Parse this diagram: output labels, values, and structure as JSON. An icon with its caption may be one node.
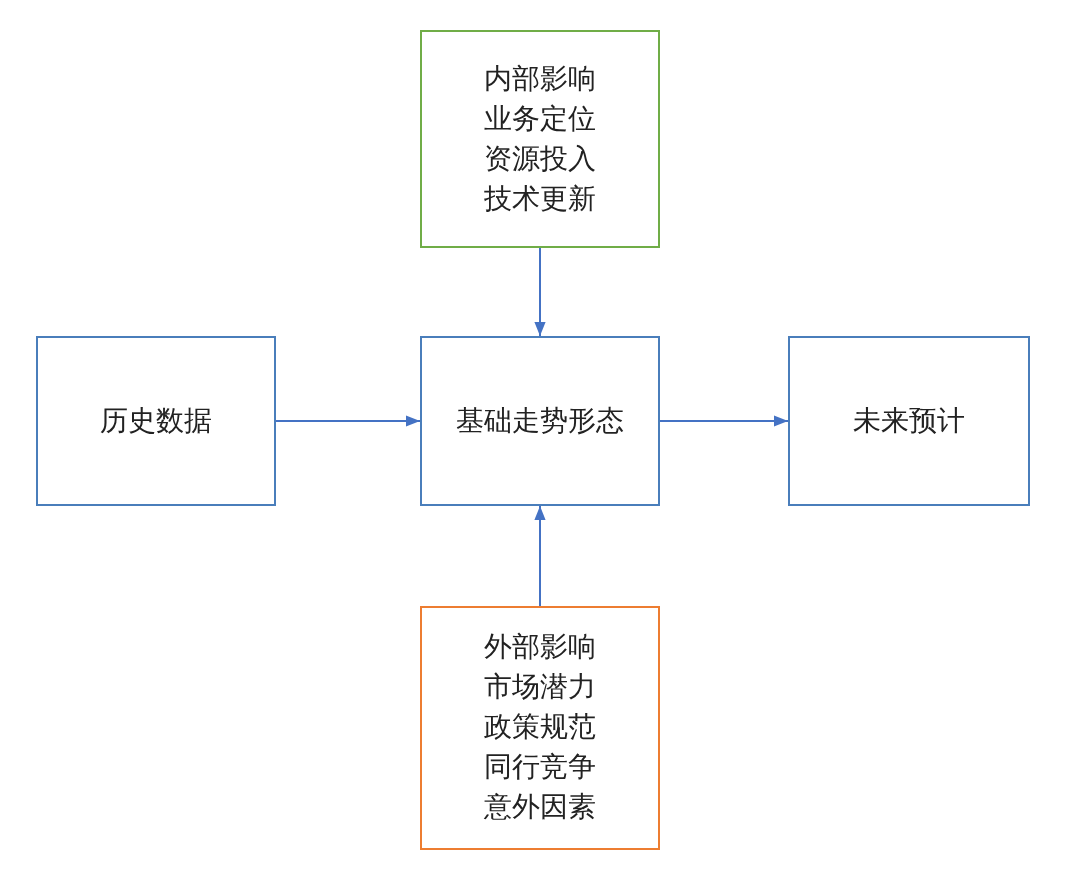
{
  "diagram": {
    "nodes": [
      {
        "text": [
          "内部影响",
          "业务定位",
          "资源投入",
          "技术更新"
        ]
      },
      {
        "text": [
          "历史数据"
        ]
      },
      {
        "text": [
          "基础走势形态"
        ]
      },
      {
        "text": [
          "未来预计"
        ]
      },
      {
        "text": [
          "外部影响",
          "市场潜力",
          "政策规范",
          "同行竞争",
          "意外因素"
        ]
      }
    ],
    "edges": [
      {
        "from": 0,
        "to": 2,
        "arrow": "to"
      },
      {
        "from": 1,
        "to": 2,
        "arrow": "to"
      },
      {
        "from": 2,
        "to": 3,
        "arrow": "to"
      },
      {
        "from": 4,
        "to": 2,
        "arrow": "to"
      }
    ]
  }
}
